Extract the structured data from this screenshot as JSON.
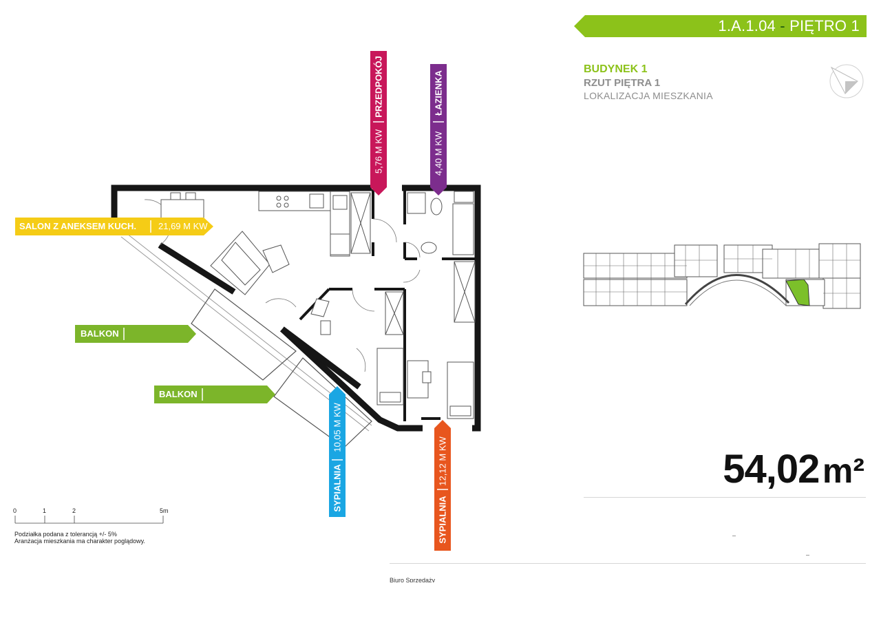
{
  "header": {
    "unit_code": "1.A.1.04",
    "separator": " - ",
    "floor": "PIĘTRO 1",
    "color": "#8cc21a"
  },
  "building": {
    "name": "BUDYNEK 1",
    "floor_plan": "RZUT PIĘTRA 1",
    "location_label": "LOKALIZACJA MIESZKANIA"
  },
  "area": {
    "value": "54,02",
    "unit": "m²"
  },
  "rooms": {
    "salon": {
      "name": "SALON Z ANEKSEM KUCH.",
      "area": "21,69 M KW",
      "color": "#f5cc16"
    },
    "przedpokoj": {
      "name": "PRZEDPOKÓJ",
      "area": "5,76 M KW",
      "color": "#c8175a"
    },
    "lazienka": {
      "name": "ŁAZIENKA",
      "area": "4,40 M KW",
      "color": "#7c2d8d"
    },
    "balkon_1": {
      "name": "BALKON",
      "area": "",
      "color": "#7cb52a"
    },
    "balkon_2": {
      "name": "BALKON",
      "area": "",
      "color": "#7cb52a"
    },
    "sypialnia_1": {
      "name": "SYPIALNIA",
      "area": "10,05 M KW",
      "color": "#1aa6e3"
    },
    "sypialnia_2": {
      "name": "SYPIALNIA",
      "area": "12,12 M KW",
      "color": "#e8561e"
    }
  },
  "scale": {
    "ticks": [
      "0",
      "1",
      "2",
      "5m"
    ]
  },
  "notes": {
    "tolerance": "Podziałka podana z tolerancją +/- 5%",
    "disclaimer": "Aranżacja mieszkania ma charakter poglądowy."
  },
  "footer": {
    "cut_text": "Biuro Sprzedaży"
  },
  "icons": {
    "compass": "compass-north-icon",
    "site_plan": "site-plan-map"
  }
}
